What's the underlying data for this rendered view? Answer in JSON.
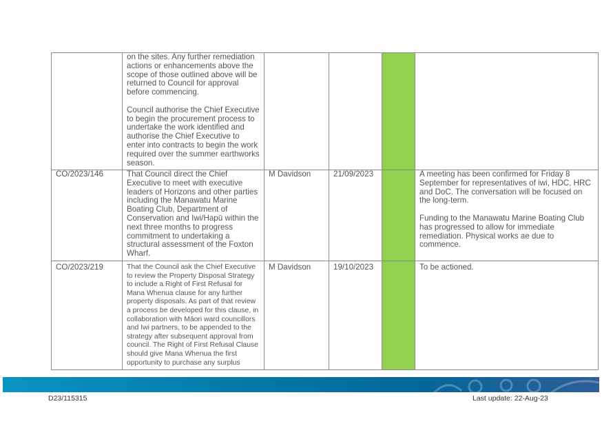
{
  "rows": [
    {
      "id": "",
      "description": [
        "on the sites. Any further remediation actions or enhancements above the scope of those outlined above will be returned to Council for approval before commencing.",
        "Council authorise the Chief Executive to begin the procurement process to undertake the work identified and authorise the Chief Executive to enter into contracts to begin the work required over the summer earthworks season."
      ],
      "owner": "",
      "date": "",
      "status_color": "#92d050",
      "comment": []
    },
    {
      "id": "CO/2023/146",
      "description": [
        "That Council direct the Chief Executive to meet with executive leaders of Horizons and other parties including the Manawatu Marine Boating Club, Department of Conservation and Iwi/Hapū within the next three months to progress commitment to undertaking a structural assessment of the Foxton Wharf."
      ],
      "owner": "M Davidson",
      "date": "21/09/2023",
      "status_color": "#92d050",
      "comment": [
        "A meeting has been confirmed for Friday 8 September for representatives of iwi, HDC, HRC and DoC. The conversation will be focused on the long-term.",
        "Funding to the Manawatu Marine Boating Club has progressed to allow for immediate remediation. Physical works ae due to commence."
      ]
    },
    {
      "id": "CO/2023/219",
      "description": [
        "That the Council ask the Chief Executive to review the Property Disposal Strategy to include a Right of First Refusal for Mana Whenua clause for any further property disposals.  As part of that review a process be developed for this clause, in collaboration with Māori ward councillors and Iwi partners, to be appended to the strategy after subsequent approval from council.  The Right of First Refusal Clause should give Mana Whenua the first opportunity to purchase any surplus"
      ],
      "owner": "M Davidson",
      "date": "19/10/2023",
      "status_color": "#92d050",
      "comment": [
        "To be actioned."
      ]
    }
  ],
  "footer": {
    "doc_id": "D23/115315",
    "last_update": "Last update: 22-Aug-23"
  }
}
